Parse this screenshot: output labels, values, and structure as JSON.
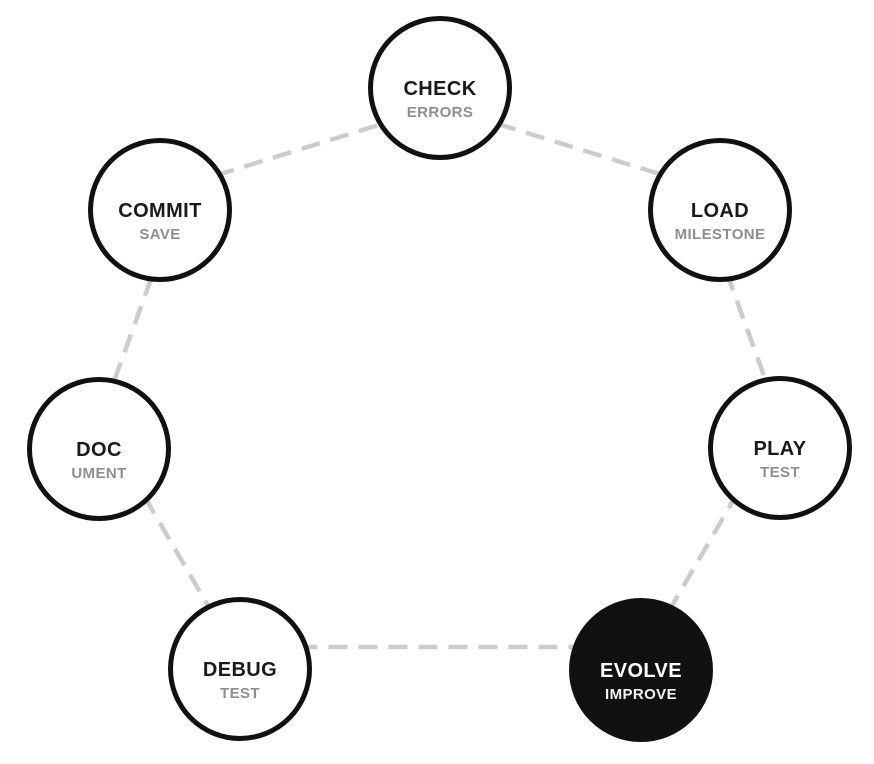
{
  "diagram": {
    "type": "process-cycle",
    "nodes": [
      {
        "id": "check",
        "label": "CHECK",
        "sublabel": "ERRORS",
        "state": "default"
      },
      {
        "id": "load",
        "label": "LOAD",
        "sublabel": "MILESTONE",
        "state": "default"
      },
      {
        "id": "play",
        "label": "PLAY",
        "sublabel": "TEST",
        "state": "default"
      },
      {
        "id": "evolve",
        "label": "EVOLVE",
        "sublabel": "IMPROVE",
        "state": "active"
      },
      {
        "id": "debug",
        "label": "DEBUG",
        "sublabel": "TEST",
        "state": "default"
      },
      {
        "id": "doc",
        "label": "DOC",
        "sublabel": "UMENT",
        "state": "default"
      },
      {
        "id": "commit",
        "label": "COMMIT",
        "sublabel": "SAVE",
        "state": "default"
      }
    ],
    "connections": [
      [
        "check",
        "load"
      ],
      [
        "load",
        "play"
      ],
      [
        "play",
        "evolve"
      ],
      [
        "evolve",
        "debug"
      ],
      [
        "debug",
        "doc"
      ],
      [
        "doc",
        "commit"
      ],
      [
        "commit",
        "check"
      ]
    ],
    "connector_style": "dashed",
    "colors": {
      "background": "#ffffff",
      "node_border": "#111111",
      "node_fill": "#ffffff",
      "label": "#1a1a1a",
      "sublabel": "#8e8e8e",
      "active_fill": "#111111",
      "active_label": "#ffffff",
      "active_sublabel": "#f2f2f2",
      "connector": "#cccccc"
    }
  }
}
